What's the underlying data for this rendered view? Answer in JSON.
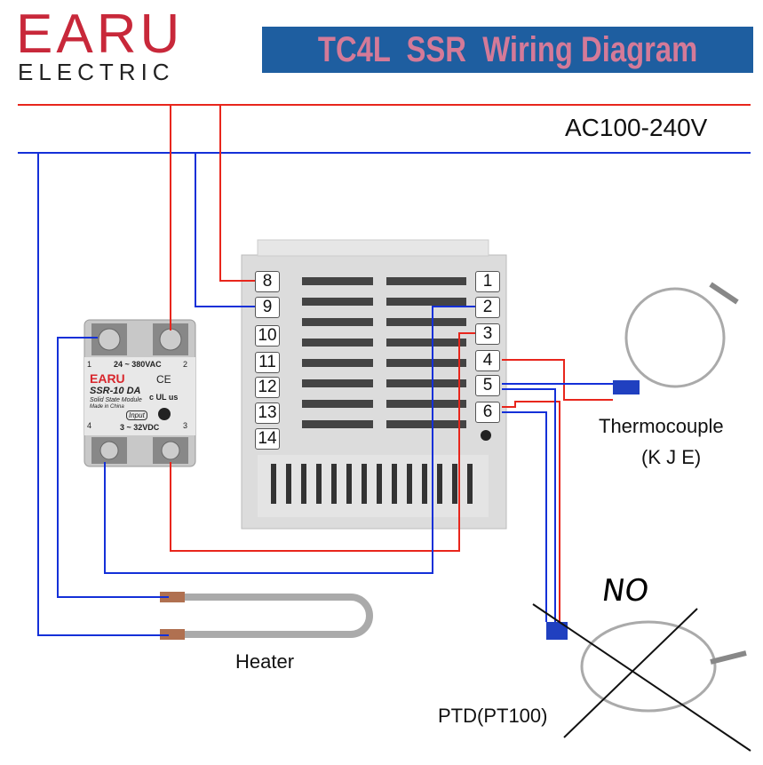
{
  "logo": {
    "brand": "EARU",
    "sub": "ELECTRIC"
  },
  "title": "TC4L  SSR  Wiring Diagram",
  "power": {
    "label": "AC100-240V"
  },
  "controller": {
    "left_terminals": [
      "8",
      "9",
      "10",
      "11",
      "12",
      "13",
      "14"
    ],
    "right_terminals": [
      "1",
      "2",
      "3",
      "4",
      "5",
      "6"
    ]
  },
  "ssr": {
    "brand": "EARU",
    "model": "SSR-10 DA",
    "desc": "Solid State Module",
    "made": "Made in China",
    "ac_range": "24 ~ 380VAC",
    "input": "Input",
    "dc_range": "3 ~ 32VDC",
    "pin1": "1",
    "pin2": "2",
    "pin3": "3",
    "pin4": "4",
    "ce": "CE",
    "ul": "c UL us"
  },
  "labels": {
    "thermocouple": "Thermocouple",
    "thermocouple_types": "(K J E)",
    "heater": "Heater",
    "ptd": "PTD(PT100)",
    "no": "NO"
  },
  "colors": {
    "live": "#e8261c",
    "neutral": "#1430d8",
    "title_bg": "#1e5ea0",
    "title_text": "#d47a98",
    "brand": "#c8283a"
  }
}
